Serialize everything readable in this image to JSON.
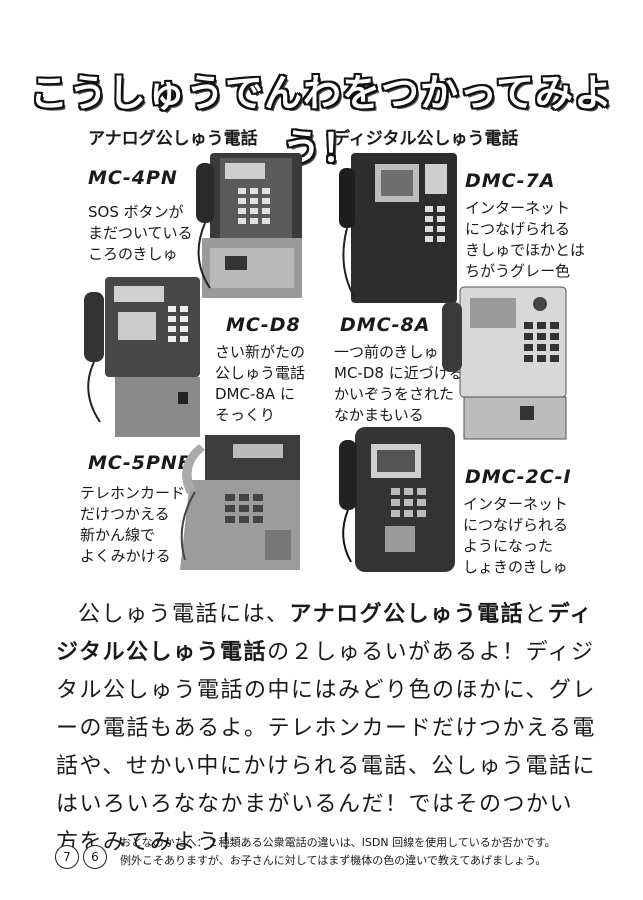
{
  "title": "こうしゅうでんわをつかってみよう！",
  "sections": {
    "analog": "アナログ公しゅう電話",
    "digital": "ディジタル公しゅう電話"
  },
  "phones": [
    {
      "model": "MC-4PN",
      "desc": "SOS ボタンが\nまだついている\nころのきしゅ"
    },
    {
      "model": "MC-D8",
      "desc": "さい新がたの\n公しゅう電話\nDMC-8A に\nそっくり"
    },
    {
      "model": "MC-5PNB",
      "desc": "テレホンカード\nだけつかえる\n新かん線で\nよくみかける"
    },
    {
      "model": "DMC-7A",
      "desc": "インターネット\nにつなげられる\nきしゅでほかとは\nちがうグレー色"
    },
    {
      "model": "DMC-8A",
      "desc": "一つ前のきしゅ\nMC-D8 に近づける\nかいぞうをされた\nなかまもいる"
    },
    {
      "model": "DMC-2C-I",
      "desc": "インターネット\nにつなげられる\nようになった\nしょきのきしゅ"
    }
  ],
  "body": {
    "p1": "公しゅう電話には、",
    "analog_bold": "アナログ公しゅう電話",
    "and": "と",
    "digital_bold": "ディジタル公しゅう電話",
    "p2": "の２しゅるいがあるよ！ディジタル公しゅう電話の中にはみどり色のほかに、グレーの電話もあるよ。テレホンカードだけつかえる電話や、せかい中にかけられる電話、公しゅう電話にはいろいろななかまがいるんだ！ではそのつかい方をみてみよう！"
  },
  "note": "おとなのかたへ：２種類ある公衆電話の違いは、ISDN 回線を使用しているか否かです。\n例外こそありますが、お子さんに対してはまず機体の色の違いで教えてあげましょう。",
  "page_numbers": [
    "7",
    "6"
  ]
}
